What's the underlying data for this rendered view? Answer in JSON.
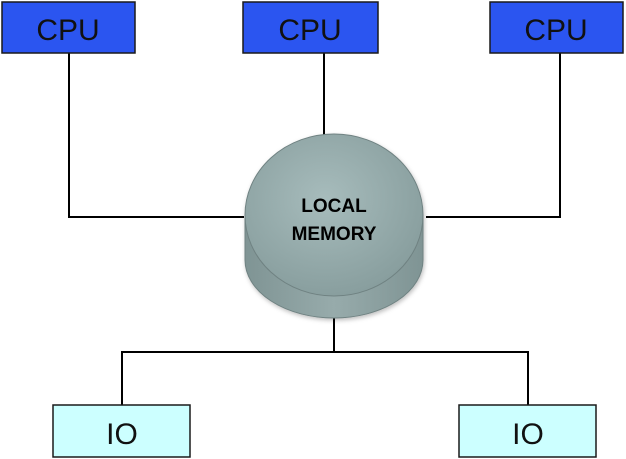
{
  "diagram": {
    "cpus": [
      {
        "label": "CPU"
      },
      {
        "label": "CPU"
      },
      {
        "label": "CPU"
      }
    ],
    "memory": {
      "line1": "LOCAL",
      "line2": "MEMORY"
    },
    "io_devices": [
      {
        "label": "IO"
      },
      {
        "label": "IO"
      }
    ]
  },
  "colors": {
    "cpu_fill": "#2B55F0",
    "io_fill": "#CCFFFF",
    "memory_top": "#8FA8A8",
    "memory_side": "#8A9E9E",
    "line": "#000000"
  }
}
